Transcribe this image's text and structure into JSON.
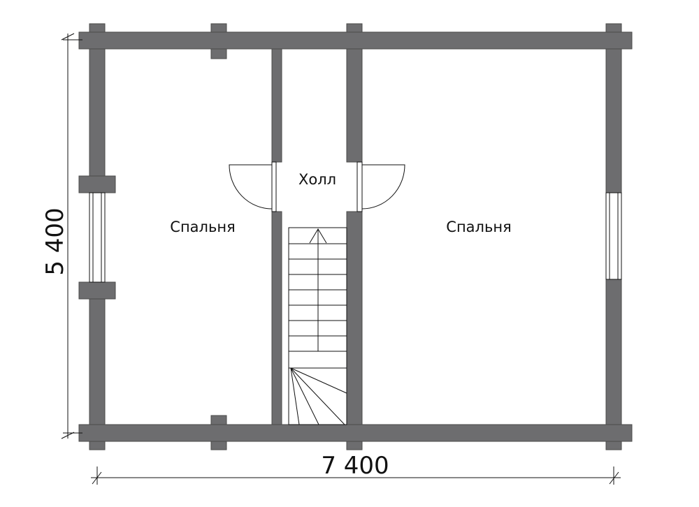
{
  "plan": {
    "rooms": {
      "left": "Спальня",
      "hall": "Холл",
      "right": "Спальня"
    },
    "dimensions": {
      "width": "7 400",
      "height": "5 400"
    },
    "colors": {
      "wall": "#6d6d6f",
      "line": "#111111",
      "background": "#ffffff"
    }
  }
}
